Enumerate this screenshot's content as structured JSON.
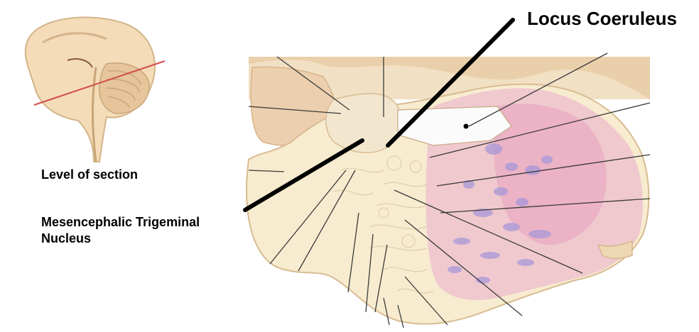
{
  "labels": {
    "locus_coeruleus": "Locus Coeruleus",
    "level_of_section": "Level of section",
    "mesencephalic_line1": "Mesencephalic Trigeminal",
    "mesencephalic_line2": "Nucleus"
  },
  "colors": {
    "tissue": "#f5e6cc",
    "tissue_dark": "#ebd2ad",
    "pink": "#e9b2c6",
    "purple": "#a898d8",
    "section_line": "#d24b4b",
    "pointer": "#000000",
    "leader": "#3a3a3a"
  }
}
